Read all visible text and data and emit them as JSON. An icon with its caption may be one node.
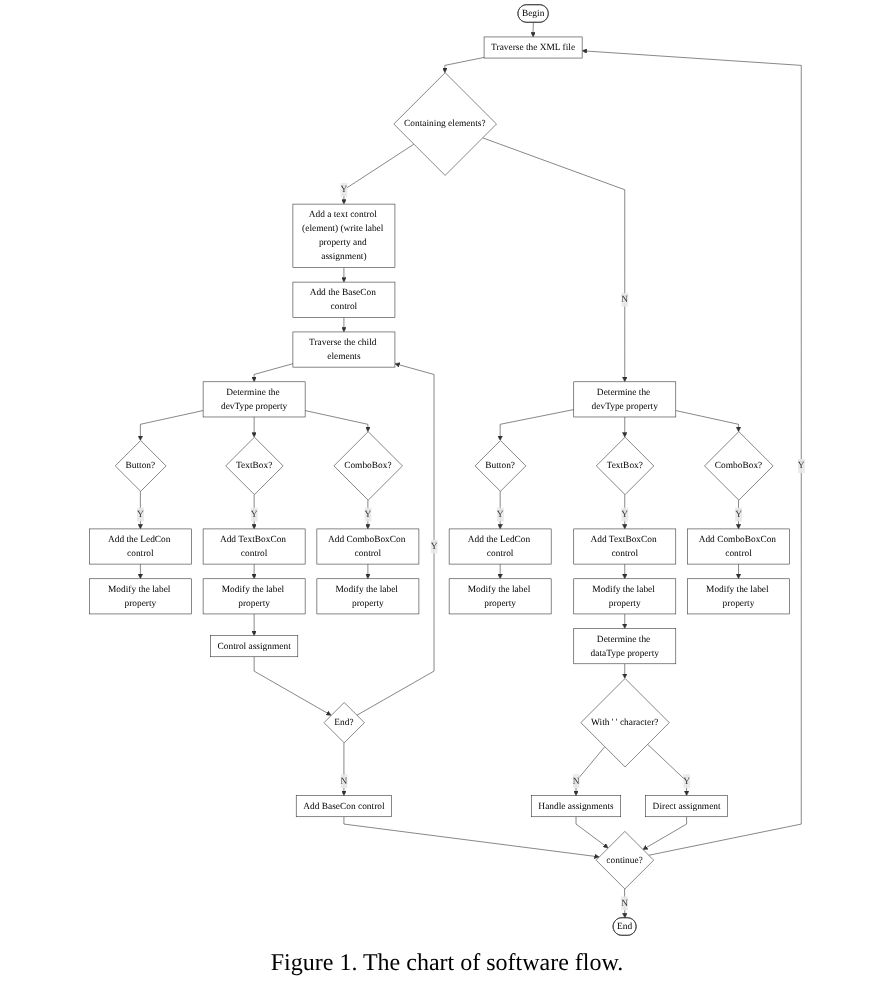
{
  "diagram": {
    "caption": "Figure 1. The chart of software flow.",
    "nodes": [
      {
        "text": [
          "Begin"
        ]
      },
      {
        "text": [
          "Traverse the XML file"
        ]
      },
      {
        "text": [
          "Containing elements?"
        ]
      },
      {
        "text": [
          "Add a text control (element) (write label property and assignment)"
        ]
      },
      {
        "text": [
          "Add the BaseCon control"
        ]
      },
      {
        "text": [
          "Traverse the child elements"
        ]
      },
      {
        "text": [
          "Determine the devType property"
        ]
      },
      {
        "text": [
          "Button?"
        ]
      },
      {
        "text": [
          "TextBox?"
        ]
      },
      {
        "text": [
          "ComboBox?"
        ]
      },
      {
        "text": [
          "Add the LedCon control"
        ]
      },
      {
        "text": [
          "Add TextBoxCon control"
        ]
      },
      {
        "text": [
          "Add ComboBoxCon control"
        ]
      },
      {
        "text": [
          "Modify the label property"
        ]
      },
      {
        "text": [
          "Modify the label property"
        ]
      },
      {
        "text": [
          "Modify the label property"
        ]
      },
      {
        "text": [
          "Control assignment"
        ]
      },
      {
        "text": [
          "End?"
        ]
      },
      {
        "text": [
          "Add BaseCon control"
        ]
      },
      {
        "text": [
          "Determine the devType property"
        ]
      },
      {
        "text": [
          "Button?"
        ]
      },
      {
        "text": [
          "TextBox?"
        ]
      },
      {
        "text": [
          "ComboBox?"
        ]
      },
      {
        "text": [
          "Add the LedCon control"
        ]
      },
      {
        "text": [
          "Add TextBoxCon control"
        ]
      },
      {
        "text": [
          "Add ComboBoxCon control"
        ]
      },
      {
        "text": [
          "Modify the label property"
        ]
      },
      {
        "text": [
          "Modify the label property"
        ]
      },
      {
        "text": [
          "Modify the label property"
        ]
      },
      {
        "text": [
          "Determine the dataType property"
        ]
      },
      {
        "text": [
          "With ' ' character?"
        ]
      },
      {
        "text": [
          "Handle assignments"
        ]
      },
      {
        "text": [
          "Direct assignment"
        ]
      },
      {
        "text": [
          "continue?"
        ]
      },
      {
        "text": [
          "End"
        ]
      }
    ],
    "edges": [
      {
        "from": 0,
        "to": 1,
        "arrow": "to"
      },
      {
        "from": 1,
        "to": 2,
        "arrow": "to"
      },
      {
        "from": 2,
        "to": 3,
        "label": "Y",
        "arrow": "to"
      },
      {
        "from": 2,
        "to": 19,
        "label": "N",
        "arrow": "to"
      },
      {
        "from": 3,
        "to": 4,
        "arrow": "to"
      },
      {
        "from": 4,
        "to": 5,
        "arrow": "to"
      },
      {
        "from": 5,
        "to": 6,
        "arrow": "to"
      },
      {
        "from": 6,
        "to": 7,
        "arrow": "to"
      },
      {
        "from": 6,
        "to": 8,
        "arrow": "to"
      },
      {
        "from": 6,
        "to": 9,
        "arrow": "to"
      },
      {
        "from": 7,
        "to": 10,
        "label": "Y",
        "arrow": "to"
      },
      {
        "from": 8,
        "to": 11,
        "label": "Y",
        "arrow": "to"
      },
      {
        "from": 9,
        "to": 12,
        "label": "Y",
        "arrow": "to"
      },
      {
        "from": 10,
        "to": 13,
        "arrow": "to"
      },
      {
        "from": 11,
        "to": 14,
        "arrow": "to"
      },
      {
        "from": 12,
        "to": 15,
        "arrow": "to"
      },
      {
        "from": 14,
        "to": 16,
        "arrow": "to"
      },
      {
        "from": 16,
        "to": 17,
        "arrow": "to"
      },
      {
        "from": 17,
        "to": 5,
        "label": "Y",
        "arrow": "to"
      },
      {
        "from": 17,
        "to": 18,
        "label": "N",
        "arrow": "to"
      },
      {
        "from": 18,
        "to": 33,
        "arrow": "to"
      },
      {
        "from": 19,
        "to": 20,
        "arrow": "to"
      },
      {
        "from": 19,
        "to": 21,
        "arrow": "to"
      },
      {
        "from": 19,
        "to": 22,
        "arrow": "to"
      },
      {
        "from": 20,
        "to": 23,
        "label": "Y",
        "arrow": "to"
      },
      {
        "from": 21,
        "to": 24,
        "label": "Y",
        "arrow": "to"
      },
      {
        "from": 22,
        "to": 25,
        "label": "Y",
        "arrow": "to"
      },
      {
        "from": 23,
        "to": 26,
        "arrow": "to"
      },
      {
        "from": 24,
        "to": 27,
        "arrow": "to"
      },
      {
        "from": 25,
        "to": 28,
        "arrow": "to"
      },
      {
        "from": 27,
        "to": 29,
        "arrow": "to"
      },
      {
        "from": 29,
        "to": 30,
        "arrow": "to"
      },
      {
        "from": 30,
        "to": 31,
        "label": "N",
        "arrow": "to"
      },
      {
        "from": 30,
        "to": 32,
        "label": "Y",
        "arrow": "to"
      },
      {
        "from": 31,
        "to": 33,
        "arrow": "to"
      },
      {
        "from": 32,
        "to": 33,
        "arrow": "to"
      },
      {
        "from": 33,
        "to": 1,
        "label": "Y",
        "arrow": "to"
      },
      {
        "from": 33,
        "to": 34,
        "label": "N",
        "arrow": "to"
      }
    ]
  }
}
